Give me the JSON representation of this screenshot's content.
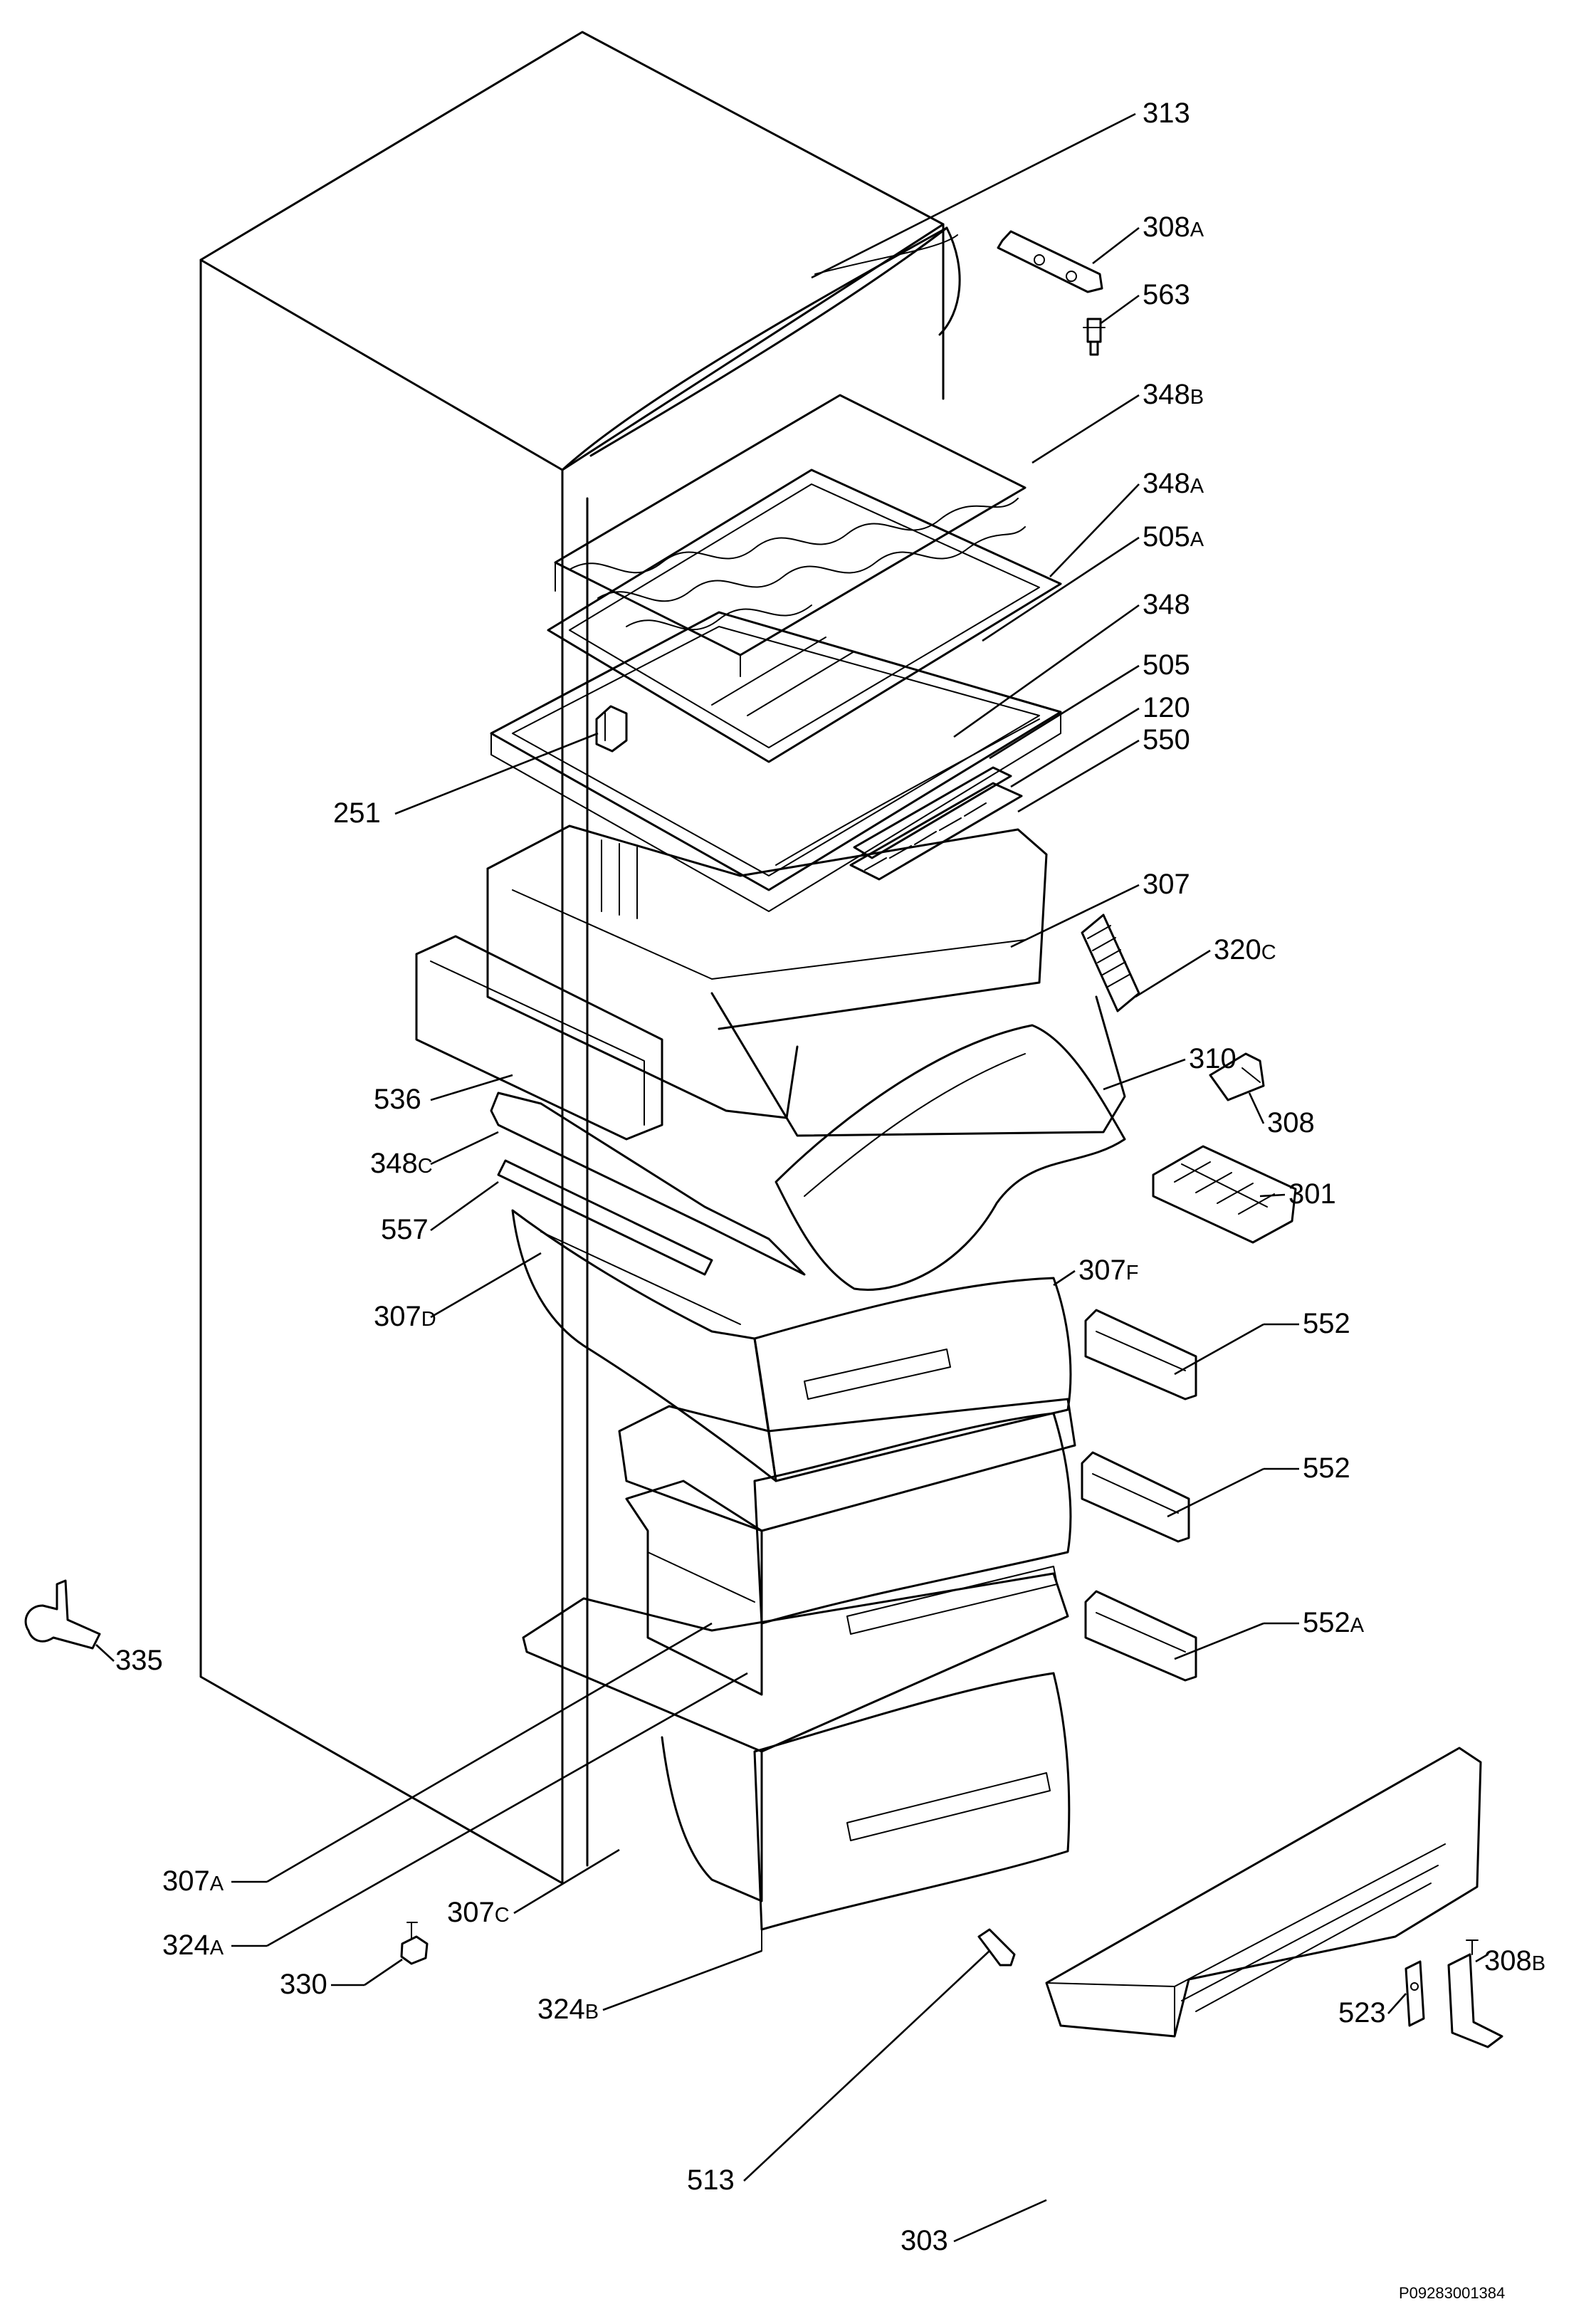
{
  "diagram": {
    "reference_code": "P09283001384",
    "callouts": [
      {
        "id": "313",
        "base": "313",
        "suffix": ""
      },
      {
        "id": "308A",
        "base": "308",
        "suffix": "A"
      },
      {
        "id": "563",
        "base": "563",
        "suffix": ""
      },
      {
        "id": "348B",
        "base": "348",
        "suffix": "B"
      },
      {
        "id": "348A",
        "base": "348",
        "suffix": "A"
      },
      {
        "id": "505A",
        "base": "505",
        "suffix": "A"
      },
      {
        "id": "348",
        "base": "348",
        "suffix": ""
      },
      {
        "id": "505",
        "base": "505",
        "suffix": ""
      },
      {
        "id": "120",
        "base": "120",
        "suffix": ""
      },
      {
        "id": "550",
        "base": "550",
        "suffix": ""
      },
      {
        "id": "251",
        "base": "251",
        "suffix": ""
      },
      {
        "id": "307",
        "base": "307",
        "suffix": ""
      },
      {
        "id": "320C",
        "base": "320",
        "suffix": "C"
      },
      {
        "id": "310",
        "base": "310",
        "suffix": ""
      },
      {
        "id": "536",
        "base": "536",
        "suffix": ""
      },
      {
        "id": "308",
        "base": "308",
        "suffix": ""
      },
      {
        "id": "348C",
        "base": "348",
        "suffix": "C"
      },
      {
        "id": "301",
        "base": "301",
        "suffix": ""
      },
      {
        "id": "557",
        "base": "557",
        "suffix": ""
      },
      {
        "id": "307F",
        "base": "307",
        "suffix": "F"
      },
      {
        "id": "307D",
        "base": "307",
        "suffix": "D"
      },
      {
        "id": "552-upper",
        "base": "552",
        "suffix": ""
      },
      {
        "id": "552-lower",
        "base": "552",
        "suffix": ""
      },
      {
        "id": "552A",
        "base": "552",
        "suffix": "A"
      },
      {
        "id": "335",
        "base": "335",
        "suffix": ""
      },
      {
        "id": "307A",
        "base": "307",
        "suffix": "A"
      },
      {
        "id": "307C",
        "base": "307",
        "suffix": "C"
      },
      {
        "id": "324A",
        "base": "324",
        "suffix": "A"
      },
      {
        "id": "330",
        "base": "330",
        "suffix": ""
      },
      {
        "id": "324B",
        "base": "324",
        "suffix": "B"
      },
      {
        "id": "308B",
        "base": "308",
        "suffix": "B"
      },
      {
        "id": "523",
        "base": "523",
        "suffix": ""
      },
      {
        "id": "513",
        "base": "513",
        "suffix": ""
      },
      {
        "id": "303",
        "base": "303",
        "suffix": ""
      }
    ]
  }
}
